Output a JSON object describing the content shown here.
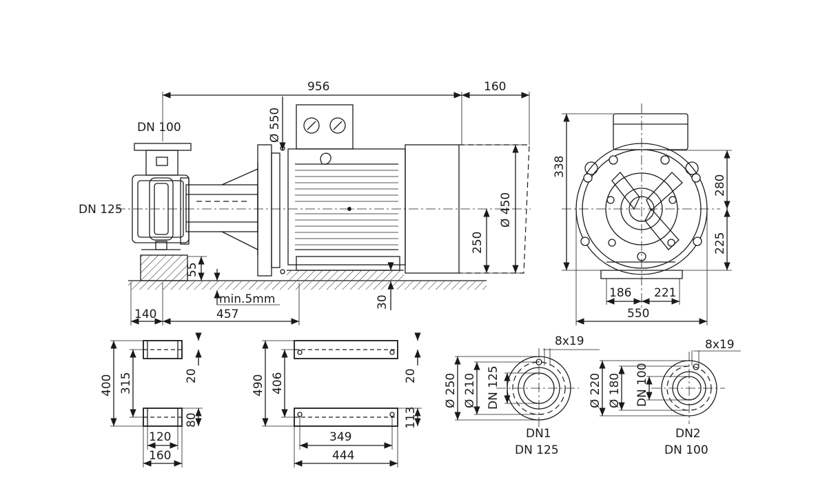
{
  "dimensions": {
    "overall_length": "956",
    "motor_overhang": "160",
    "flange_diameter": "Ø 550",
    "motor_diameter": "Ø 450",
    "discharge_nominal": "DN 100",
    "suction_nominal": "DN 125",
    "shaft_height": "250",
    "foot_height": "55",
    "pump_foot_offset": "140",
    "foot_spacing": "457",
    "min_gap": "min.5mm",
    "base_height": "30",
    "end_height": "338",
    "end_upper": "280",
    "end_lower": "225",
    "end_left_foot": "186",
    "end_right_foot": "221",
    "end_width": "550"
  },
  "pump_foot": {
    "outer_span": "400",
    "hole_span": "315",
    "foot_thickness": "20",
    "slot_depth": "80",
    "inner_width": "120",
    "outer_width": "160"
  },
  "motor_foot": {
    "outer_span": "490",
    "hole_span": "406",
    "foot_thickness": "20",
    "slot_depth": "113",
    "hole_distance": "349",
    "outer_length": "444"
  },
  "flange_dn1": {
    "bolts": "8x19",
    "outer_diameter": "Ø 250",
    "bolt_circle": "Ø 210",
    "nominal": "DN 125",
    "label": "DN1",
    "label_size": "DN 125"
  },
  "flange_dn2": {
    "bolts": "8x19",
    "outer_diameter": "Ø 220",
    "bolt_circle": "Ø 180",
    "nominal": "DN 100",
    "label": "DN2",
    "label_size": "DN 100"
  }
}
